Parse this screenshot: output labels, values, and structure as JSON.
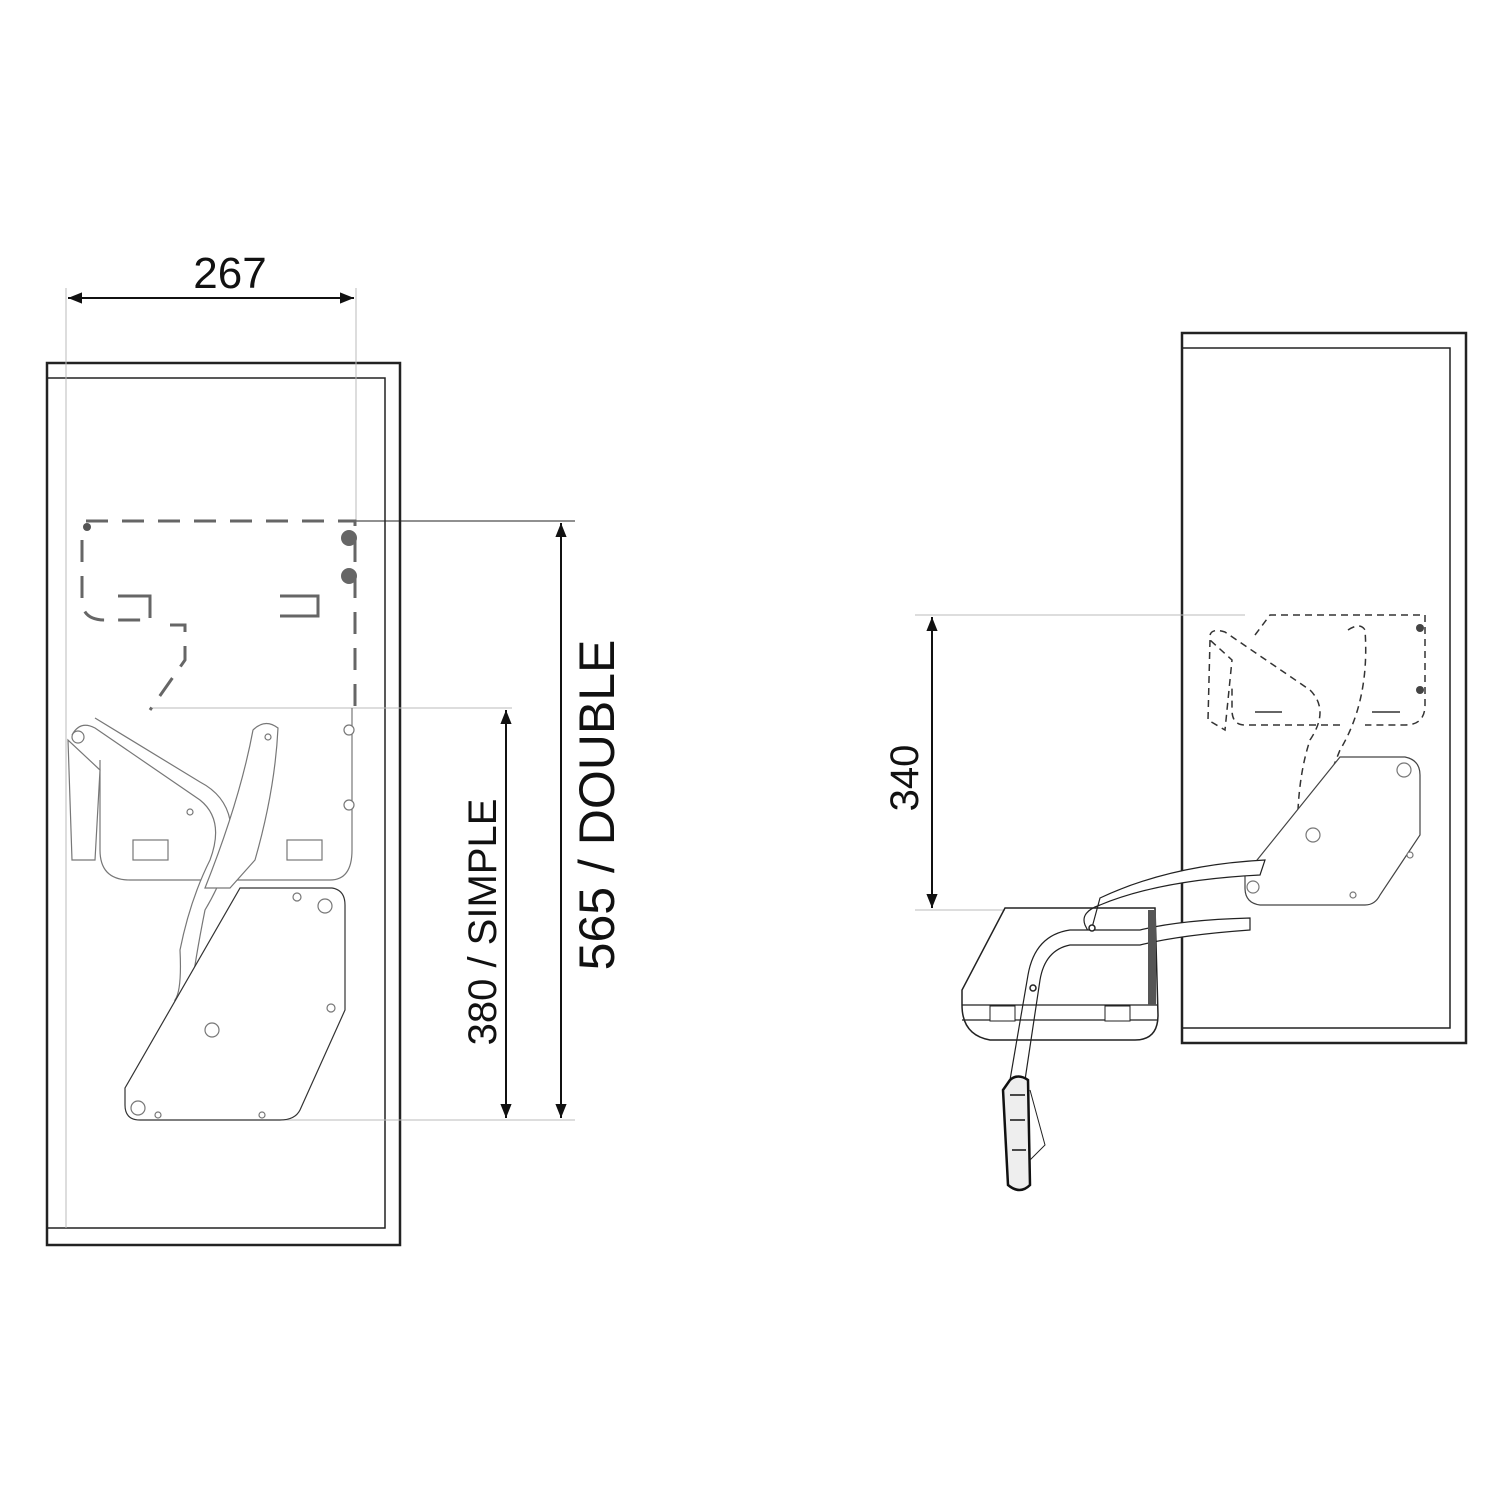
{
  "left_view": {
    "width_dimension": "267",
    "simple_dimension": "380 / SIMPLE",
    "double_dimension": "565 / DOUBLE"
  },
  "right_view": {
    "lift_dimension": "340"
  },
  "colors": {
    "line": "#222222",
    "light_line": "#bbbbbb",
    "dashed": "#666666"
  }
}
